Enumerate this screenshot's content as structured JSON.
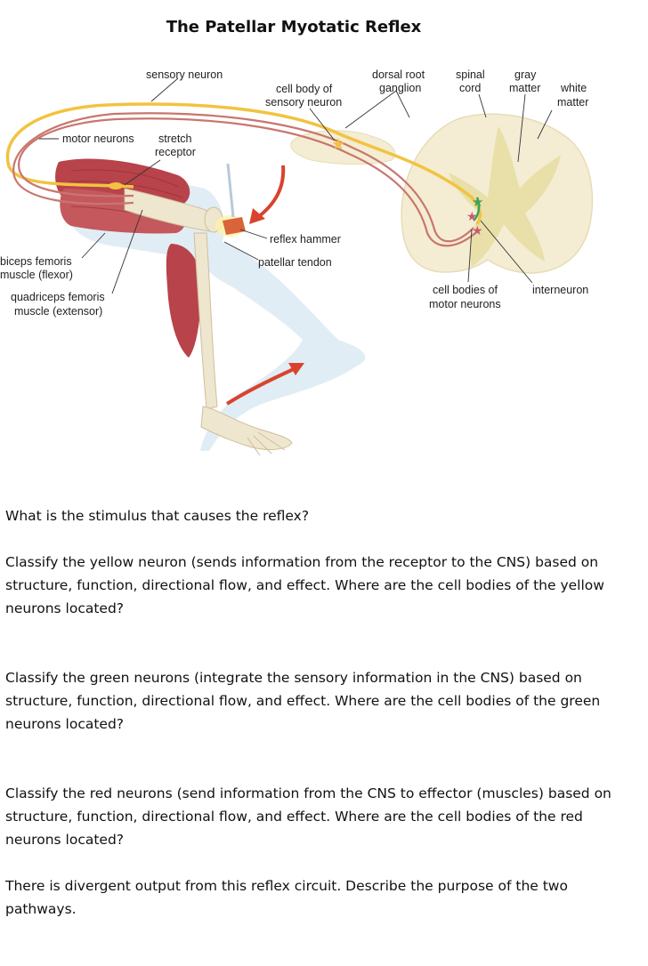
{
  "title": "The Patellar Myotatic Reflex",
  "figure": {
    "labels": {
      "sensory_neuron": "sensory neuron",
      "cell_body_line1": "cell body of",
      "cell_body_line2": "sensory neuron",
      "drg_line1": "dorsal root",
      "drg_line2": "ganglion",
      "spinal_line1": "spinal",
      "spinal_line2": "cord",
      "gray_line1": "gray",
      "gray_line2": "matter",
      "white_line1": "white",
      "white_line2": "matter",
      "motor_neurons": "motor neurons",
      "stretch_line1": "stretch",
      "stretch_line2": "receptor",
      "reflex_hammer": "reflex hammer",
      "patellar_tendon": "patellar tendon",
      "biceps_line1": "biceps femoris",
      "biceps_line2": "muscle (flexor)",
      "quad_line1": "quadriceps femoris",
      "quad_line2": "muscle (extensor)",
      "cb_motor_line1": "cell bodies of",
      "cb_motor_line2": "motor neurons",
      "interneuron": "interneuron"
    },
    "colors": {
      "sensory": "#f2c341",
      "motor": "#c9766e",
      "interneuron": "#3aa35c",
      "muscle": "#b8434a",
      "bone": "#efe6cf",
      "spinal": "#f4edd3",
      "gray_matter": "#e9dfa8",
      "skin": "#d6e7f2",
      "arrow": "#d9432e"
    }
  },
  "questions": [
    "What is the stimulus that causes the reflex?",
    "Classify the yellow neuron (sends information from the receptor to the CNS) based on structure, function, directional flow, and effect. Where are the cell bodies of the yellow neurons located?",
    "Classify the green neurons (integrate the sensory information in the CNS) based on structure, function, directional flow, and effect. Where are the cell bodies of the green neurons located?",
    "Classify the red neurons (send information from the CNS to effector (muscles) based on structure, function, directional flow, and effect. Where are the cell bodies of the red neurons located?",
    "There is divergent output from this reflex circuit. Describe the purpose of the two pathways."
  ]
}
